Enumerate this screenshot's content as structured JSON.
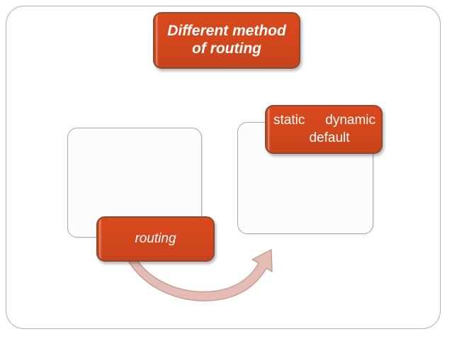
{
  "slide": {
    "title_box": {
      "line1": "Different method",
      "line2": "of routing"
    },
    "types_box": {
      "static": "static",
      "dynamic": "dynamic",
      "default": "default"
    },
    "routing_box": {
      "label": "routing"
    },
    "containers": {
      "left_box_label": "",
      "right_box_label": ""
    },
    "connector": {
      "name": "curved-arrow-routing-to-types",
      "direction": "up-right"
    }
  },
  "colors": {
    "accent_fill": "#D2461C",
    "accent_border": "#8D4A33",
    "text_on_accent": "#FFFFFF",
    "container_fill": "#FCFCFC",
    "container_border": "#A9A9AD",
    "frame_border": "#B0B0B4",
    "arrow_fill": "#E3BDB5",
    "arrow_border": "#C79A90",
    "page_background": "#FFFFFF"
  }
}
